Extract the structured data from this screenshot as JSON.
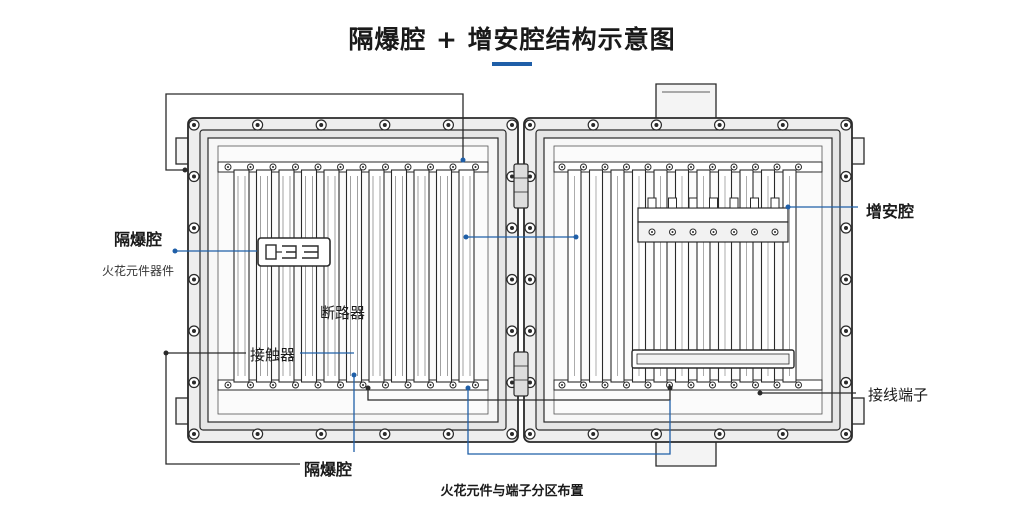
{
  "title": "隔爆腔 + 增安腔结构示意图",
  "caption": "火花元件与端子分区布置",
  "labels": {
    "flameproof_left": "隔爆腔",
    "spark_components": "火花元件器件",
    "contactor": "接触器",
    "breaker": "断路器",
    "flameproof_bottom": "隔爆腔",
    "increased_safety": "增安腔",
    "terminals": "接线端子"
  },
  "colors": {
    "accent": "#1f5fa8",
    "line": "#2a2a2a",
    "frame_fill": "#eeeeee",
    "inner_fill": "#f7f7f7"
  }
}
